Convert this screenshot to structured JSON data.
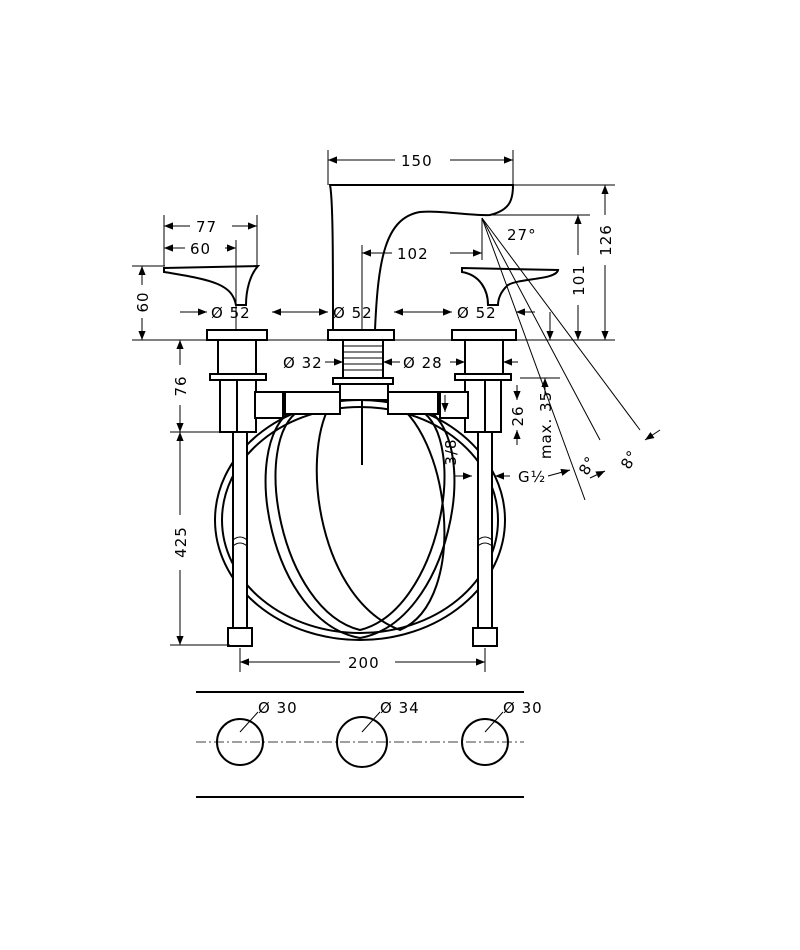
{
  "drawing": {
    "dimensions": {
      "spout_length": "150",
      "total_height": "126",
      "spout_outlet_height": "101",
      "spout_reach": "102",
      "spray_angle": "27°",
      "handle_length": "77",
      "handle_reach": "60",
      "handle_height": "60",
      "base_diameter_left": "Ø 52",
      "base_diameter_center": "Ø 52",
      "base_diameter_right": "Ø 52",
      "shank_diameter_center": "Ø 32",
      "shank_diameter_side": "Ø 28",
      "shank_length": "76",
      "hose_length": "425",
      "deck_min": "26",
      "deck_max": "max. 35",
      "hose_thread": "3/8",
      "connection_thread": "G½",
      "tilt_angle_1": "8°",
      "tilt_angle_2": "8°",
      "center_spacing": "200",
      "hole_left": "Ø 30",
      "hole_center": "Ø 34",
      "hole_right": "Ø 30"
    }
  }
}
